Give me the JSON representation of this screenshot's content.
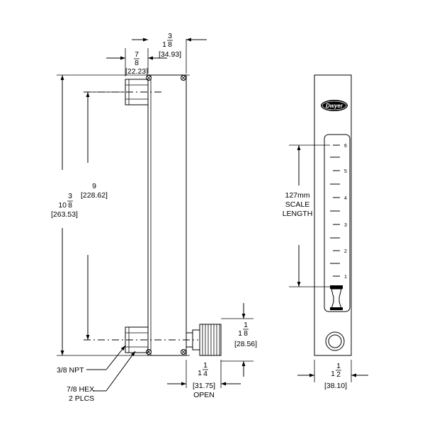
{
  "dimensions": {
    "top_left": {
      "imperial_whole": "",
      "imperial_num": "7",
      "imperial_den": "8",
      "metric": "[22.23]"
    },
    "top_right": {
      "imperial_whole": "1",
      "imperial_num": "3",
      "imperial_den": "8",
      "metric": "[34.93]"
    },
    "scale_9": {
      "imperial": "9",
      "metric": "[228.62]"
    },
    "overall": {
      "imperial_whole": "10",
      "imperial_num": "3",
      "imperial_den": "8",
      "metric": "[263.53]"
    },
    "knob_height": {
      "imperial_whole": "1",
      "imperial_num": "1",
      "imperial_den": "8",
      "metric": "[28.56]"
    },
    "open_width": {
      "imperial_whole": "1",
      "imperial_num": "1",
      "imperial_den": "4",
      "metric": "[31.75]",
      "note": "OPEN"
    },
    "front_width": {
      "imperial_whole": "1",
      "imperial_num": "1",
      "imperial_den": "2",
      "metric": "[38.10]"
    }
  },
  "callouts": {
    "npt": "3/8 NPT",
    "hex_line1": "7/8 HEX",
    "hex_line2": "2 PLCS"
  },
  "scale_label": {
    "line1": "127mm",
    "line2": "SCALE",
    "line3": "LENGTH"
  },
  "scale_ticks": [
    "6",
    "5",
    "4",
    "3",
    "2",
    "1"
  ],
  "logo": {
    "text": "Dwyer"
  }
}
